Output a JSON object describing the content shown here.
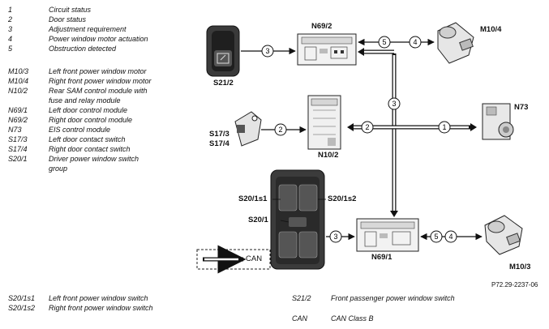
{
  "legend_top": [
    {
      "key": "1",
      "text": "Circuit status"
    },
    {
      "key": "2",
      "text": "Door status"
    },
    {
      "key": "3",
      "text": "Adjustment requirement"
    },
    {
      "key": "4",
      "text": "Power window motor actuation"
    },
    {
      "key": "5",
      "text": "Obstruction detected"
    }
  ],
  "legend_components": [
    {
      "key": "M10/3",
      "text": "Left front power window motor"
    },
    {
      "key": "M10/4",
      "text": "Right front power window motor"
    },
    {
      "key": "N10/2",
      "text": "Rear SAM control module with"
    },
    {
      "key": "",
      "text": "fuse and relay module"
    },
    {
      "key": "N69/1",
      "text": "Left door control module"
    },
    {
      "key": "N69/2",
      "text": "Right door control module"
    },
    {
      "key": "N73",
      "text": "EIS control module"
    },
    {
      "key": "S17/3",
      "text": "Left door contact switch"
    },
    {
      "key": "S17/4",
      "text": "Right door contact switch"
    },
    {
      "key": "S20/1",
      "text": "Driver power window switch"
    },
    {
      "key": "",
      "text": "group"
    }
  ],
  "legend_bottom_left": [
    {
      "key": "S20/1s1",
      "text": "Left front power window switch"
    },
    {
      "key": "S20/1s2",
      "text": "Right front power window switch"
    }
  ],
  "legend_bottom_right": [
    {
      "key": "S21/2",
      "text": "Front passenger power window switch"
    },
    {
      "key": "CAN",
      "text": "CAN Class B"
    }
  ],
  "diagram_labels": {
    "s21_2": "S21/2",
    "n69_2": "N69/2",
    "m10_4": "M10/4",
    "n73": "N73",
    "s17_3": "S17/3",
    "s17_4": "S17/4",
    "n10_2": "N10/2",
    "s20_1s1": "S20/1s1",
    "s20_1s2": "S20/1s2",
    "s20_1": "S20/1",
    "n69_1": "N69/1",
    "m10_3": "M10/3",
    "can": "CAN",
    "ref": "P72.29-2237-06"
  },
  "circle_numbers": {
    "c3_top": "3",
    "c5_top": "5",
    "c4_top": "4",
    "c3_vert": "3",
    "c2_mid": "2",
    "c2_left": "2",
    "c1_mid": "1",
    "c3_bottom": "3",
    "c5_bottom": "5",
    "c4_bottom": "4"
  }
}
